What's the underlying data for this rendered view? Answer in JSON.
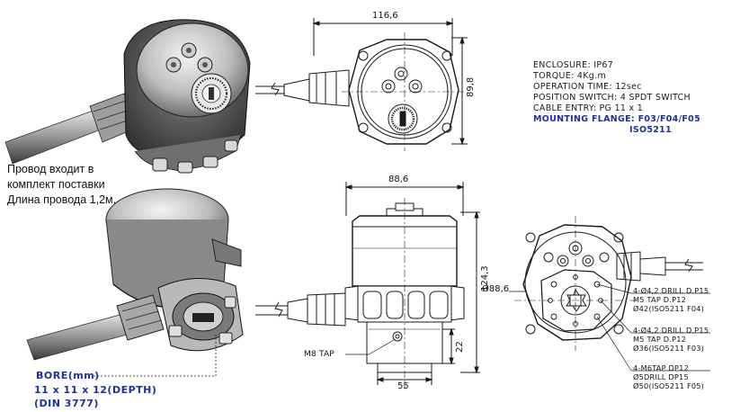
{
  "specs": {
    "enclosure": "ENCLOSURE: IP67",
    "torque": "TORQUE: 4Kg.m",
    "operation_time": "OPERATION TIME: 12sec",
    "position_switch": "POSITION SWITCH: 4 SPDT SWITCH",
    "cable_entry": "CABLE ENTRY: PG 11 x 1",
    "mounting_flange": "MOUNTING FLANGE: F03/F04/F05",
    "iso": "ISO5211"
  },
  "russian_note": {
    "line1": "Провод входит в",
    "line2": "комплект поставки",
    "line3": "Длина провода 1,2м."
  },
  "dimensions": {
    "top_width": "116,6",
    "top_height": "89,8",
    "front_width": "88,6",
    "front_height": "124,3",
    "base_width": "55",
    "base_height": "22",
    "bottom_diameter": "Ø88,6"
  },
  "labels": {
    "m8_tap": "M8 TAP"
  },
  "flange_notes": {
    "f04": [
      "4-Ø4,2 DRILL D.P15",
      "M5 TAP D.P12",
      "Ø42(ISO5211 F04)"
    ],
    "f03": [
      "4-Ø4,2 DRILL D.P15",
      "M5 TAP D.P12",
      "Ø36(ISO5211 F03)"
    ],
    "f05": [
      "4-M6TAP DP12",
      "Ø5DRILL DP15",
      "Ø50(ISO5211 F05)"
    ]
  },
  "bore": {
    "title": "BORE(mm)",
    "size": "11 x 11 x 12(DEPTH)",
    "standard": "(DIN 3777)"
  },
  "colors": {
    "line": "#1a1a1a",
    "accent_blue": "#1f2fa0"
  }
}
